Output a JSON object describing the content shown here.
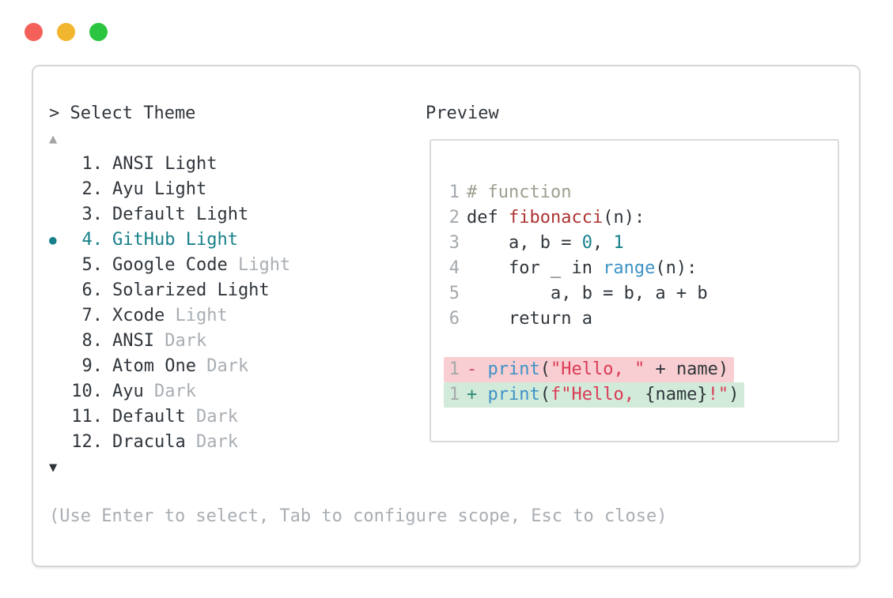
{
  "window": {
    "traffic_lights": [
      {
        "name": "close",
        "color": "#f4605a"
      },
      {
        "name": "minimize",
        "color": "#f1b62e"
      },
      {
        "name": "zoom",
        "color": "#2cc53f"
      }
    ],
    "prompt": "> Select Theme",
    "scroll_up_icon": "▲",
    "scroll_down_icon": "▼",
    "footer_hint": "(Use Enter to select, Tab to configure scope, Esc to close)"
  },
  "theme_list": {
    "selected_marker": "●",
    "selected_index": 3,
    "items": [
      {
        "number": "1.",
        "selected": false,
        "parts": [
          {
            "t": "ANSI Light",
            "c": "default"
          }
        ]
      },
      {
        "number": "2.",
        "selected": false,
        "parts": [
          {
            "t": "Ayu Light",
            "c": "default"
          }
        ]
      },
      {
        "number": "3.",
        "selected": false,
        "parts": [
          {
            "t": "Default Light",
            "c": "default"
          }
        ]
      },
      {
        "number": "4.",
        "selected": true,
        "parts": [
          {
            "t": "GitHub Light",
            "c": "accent"
          }
        ]
      },
      {
        "number": "5.",
        "selected": false,
        "parts": [
          {
            "t": "Google Code ",
            "c": "default"
          },
          {
            "t": "Light",
            "c": "muted"
          }
        ]
      },
      {
        "number": "6.",
        "selected": false,
        "parts": [
          {
            "t": "Solarized Light",
            "c": "default"
          }
        ]
      },
      {
        "number": "7.",
        "selected": false,
        "parts": [
          {
            "t": "Xcode ",
            "c": "default"
          },
          {
            "t": "Light",
            "c": "muted"
          }
        ]
      },
      {
        "number": "8.",
        "selected": false,
        "parts": [
          {
            "t": "ANSI ",
            "c": "default"
          },
          {
            "t": "Dark",
            "c": "muted"
          }
        ]
      },
      {
        "number": "9.",
        "selected": false,
        "parts": [
          {
            "t": "Atom One ",
            "c": "default"
          },
          {
            "t": "Dark",
            "c": "muted"
          }
        ]
      },
      {
        "number": "10.",
        "selected": false,
        "parts": [
          {
            "t": "Ayu ",
            "c": "default"
          },
          {
            "t": "Dark",
            "c": "muted"
          }
        ]
      },
      {
        "number": "11.",
        "selected": false,
        "parts": [
          {
            "t": "Default ",
            "c": "default"
          },
          {
            "t": "Dark",
            "c": "muted"
          }
        ]
      },
      {
        "number": "12.",
        "selected": false,
        "parts": [
          {
            "t": "Dracula ",
            "c": "default"
          },
          {
            "t": "Dark",
            "c": "muted"
          }
        ]
      }
    ]
  },
  "preview": {
    "label": "Preview",
    "code_lines": [
      {
        "num": "1",
        "bg": null,
        "tokens": [
          {
            "t": "# function",
            "c": "comment"
          }
        ]
      },
      {
        "num": "2",
        "bg": null,
        "tokens": [
          {
            "t": "def ",
            "c": "default"
          },
          {
            "t": "fibonacci",
            "c": "function"
          },
          {
            "t": "(n):",
            "c": "default"
          }
        ]
      },
      {
        "num": "3",
        "bg": null,
        "tokens": [
          {
            "t": "    a, b = ",
            "c": "default"
          },
          {
            "t": "0",
            "c": "number"
          },
          {
            "t": ", ",
            "c": "default"
          },
          {
            "t": "1",
            "c": "number"
          }
        ]
      },
      {
        "num": "4",
        "bg": null,
        "tokens": [
          {
            "t": "    for _ in ",
            "c": "default"
          },
          {
            "t": "range",
            "c": "builtin"
          },
          {
            "t": "(n):",
            "c": "default"
          }
        ]
      },
      {
        "num": "5",
        "bg": null,
        "tokens": [
          {
            "t": "        a, b = b, a + b",
            "c": "default"
          }
        ]
      },
      {
        "num": "6",
        "bg": null,
        "tokens": [
          {
            "t": "    return a",
            "c": "default"
          }
        ]
      },
      {
        "num": "",
        "bg": null,
        "tokens": []
      },
      {
        "num": "1",
        "bg": "deletion",
        "tokens": [
          {
            "t": "- ",
            "c": "del_sign"
          },
          {
            "t": "print",
            "c": "builtin"
          },
          {
            "t": "(",
            "c": "default"
          },
          {
            "t": "\"Hello, \"",
            "c": "string"
          },
          {
            "t": " + name)",
            "c": "default"
          }
        ]
      },
      {
        "num": "1",
        "bg": "addition",
        "tokens": [
          {
            "t": "+ ",
            "c": "add_sign"
          },
          {
            "t": "print",
            "c": "builtin"
          },
          {
            "t": "(",
            "c": "default"
          },
          {
            "t": "f\"Hello, ",
            "c": "string"
          },
          {
            "t": "{name}",
            "c": "default"
          },
          {
            "t": "!\"",
            "c": "string"
          },
          {
            "t": ")",
            "c": "default"
          }
        ]
      }
    ]
  },
  "colors": {
    "default": "#30363c",
    "muted": "#a9aeb3",
    "accent": "#17808a",
    "line_number": "#a4a9ad",
    "comment": "#9aa08e",
    "function": "#ac3431",
    "number": "#17808a",
    "builtin": "#3e92c5",
    "string": "#dc3a55",
    "del_sign": "#d84a5f",
    "add_sign": "#2f8a76",
    "deletion_bg": "#f8ced2",
    "addition_bg": "#d2ead9",
    "arrow_up": "#a3a3a3",
    "arrow_down": "#2d3338"
  }
}
